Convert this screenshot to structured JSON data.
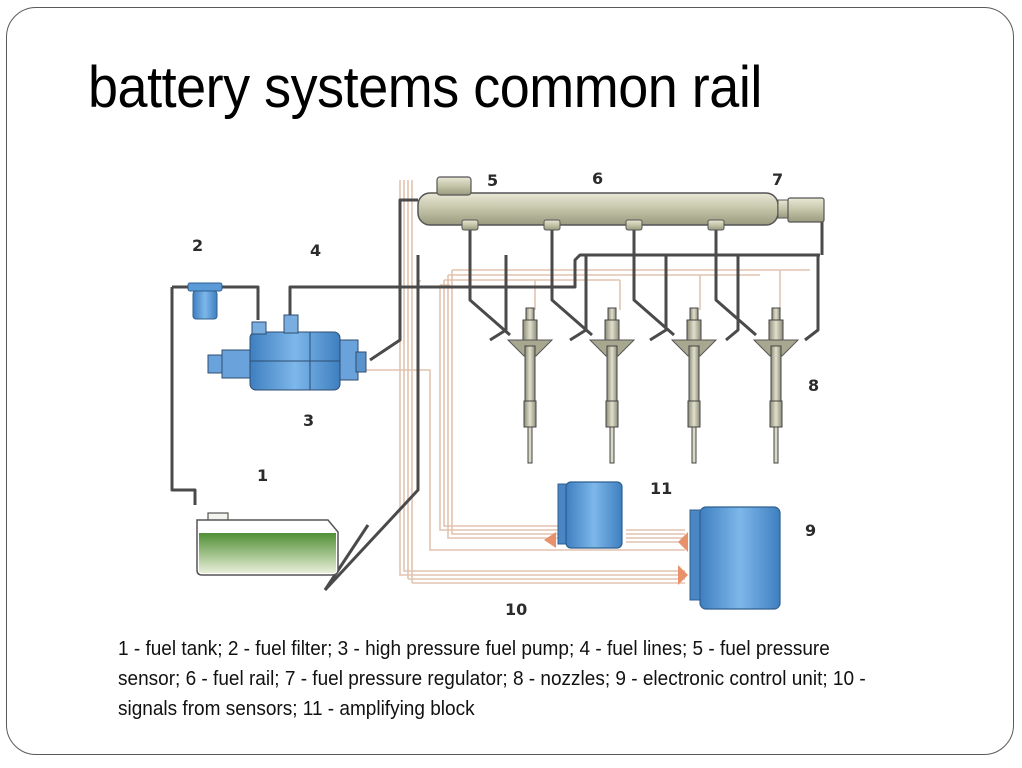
{
  "slide": {
    "title": "battery systems common rail",
    "caption": "1 - fuel tank; 2 - fuel filter; 3 - high pressure fuel pump; 4 - fuel lines; 5 - fuel pressure sensor; 6 - fuel rail; 7 - fuel pressure regulator; 8 - nozzles; 9 - electronic control unit; 10 - signals from sensors; 11 - amplifying block"
  },
  "diagram": {
    "labels": {
      "fuel_tank": "1",
      "fuel_filter": "2",
      "high_pressure_pump": "3",
      "fuel_lines": "4",
      "pressure_sensor": "5",
      "fuel_rail": "6",
      "pressure_regulator": "7",
      "nozzles": "8",
      "ecu": "9",
      "sensor_signals": "10",
      "amplifying_block": "11"
    },
    "legend": [
      {
        "num": "1",
        "name": "fuel tank"
      },
      {
        "num": "2",
        "name": "fuel filter"
      },
      {
        "num": "3",
        "name": "high pressure fuel pump"
      },
      {
        "num": "4",
        "name": "fuel lines"
      },
      {
        "num": "5",
        "name": "fuel pressure sensor"
      },
      {
        "num": "6",
        "name": "fuel rail"
      },
      {
        "num": "7",
        "name": "fuel pressure regulator"
      },
      {
        "num": "8",
        "name": "nozzles"
      },
      {
        "num": "9",
        "name": "electronic control unit"
      },
      {
        "num": "10",
        "name": "signals from sensors"
      },
      {
        "num": "11",
        "name": "amplifying block"
      }
    ],
    "nozzle_count": 4,
    "colors": {
      "fuel_line": "#4a4a4a",
      "signal_wire": "#e2c4b0",
      "blue_component": "#5a9ad6",
      "rail": "#c9c9b0",
      "fuel": "#6aa84f",
      "arrow": "#e8916a"
    }
  }
}
